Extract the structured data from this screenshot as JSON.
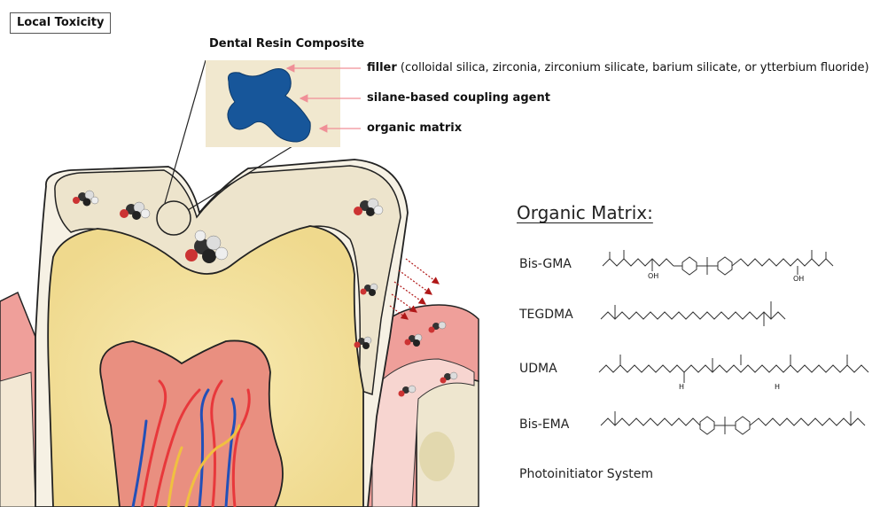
{
  "header": {
    "tag": "Local Toxicity"
  },
  "composite": {
    "title": "Dental Resin Composite",
    "filler_bold": "filler",
    "filler_detail": " (colloidal silica, zirconia, zirconium silicate, barium silicate, or ytterbium fluoride)",
    "coupling": "silane-based coupling agent",
    "matrix": "organic matrix"
  },
  "organic_matrix": {
    "title": "Organic Matrix:",
    "compounds": [
      {
        "name": "Bis-GMA",
        "sub": [
          "OH",
          "OH"
        ]
      },
      {
        "name": "TEGDMA"
      },
      {
        "name": "UDMA",
        "sub": [
          "H",
          "H"
        ]
      },
      {
        "name": "Bis-EMA"
      }
    ],
    "photo": "Photoinitiator System"
  },
  "colors": {
    "enamel": "#f6f1e4",
    "composite": "#ede4cc",
    "dentin": "#f1df9a",
    "pulp": "#e98f80",
    "gum": "#ef9f9a",
    "filler": "#17569a",
    "arrow": "#f08f97",
    "dotted_arrow": "#b01818"
  }
}
